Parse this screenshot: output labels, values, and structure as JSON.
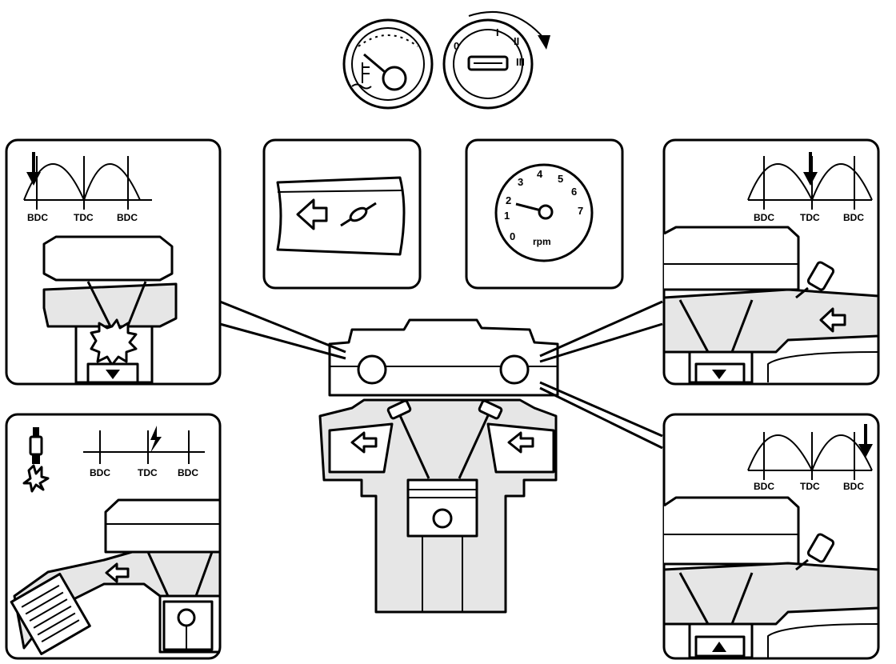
{
  "gauges": {
    "temperature_gauge": "temperature-gauge",
    "ignition_switch": "ignition-key-switch",
    "ignition_positions": [
      "0",
      "I",
      "II",
      "III"
    ]
  },
  "panels": {
    "intake_stroke": {
      "diagram_labels": [
        "BDC",
        "TDC",
        "BDC"
      ]
    },
    "ignition": {
      "diagram_labels": [
        "BDC",
        "TDC",
        "BDC"
      ]
    },
    "throttle": {
      "icon": "throttle-valve-icon"
    },
    "tachometer": {
      "numbers": [
        "0",
        "1",
        "2",
        "3",
        "4",
        "5",
        "6",
        "7"
      ],
      "unit": "rpm"
    },
    "exhaust_open": {
      "diagram_labels": [
        "BDC",
        "TDC",
        "BDC"
      ]
    },
    "exhaust_stroke": {
      "diagram_labels": [
        "BDC",
        "TDC",
        "BDC"
      ]
    }
  },
  "colors": {
    "ink": "#000000",
    "paper": "#ffffff",
    "shade": "#e6e6e6"
  }
}
